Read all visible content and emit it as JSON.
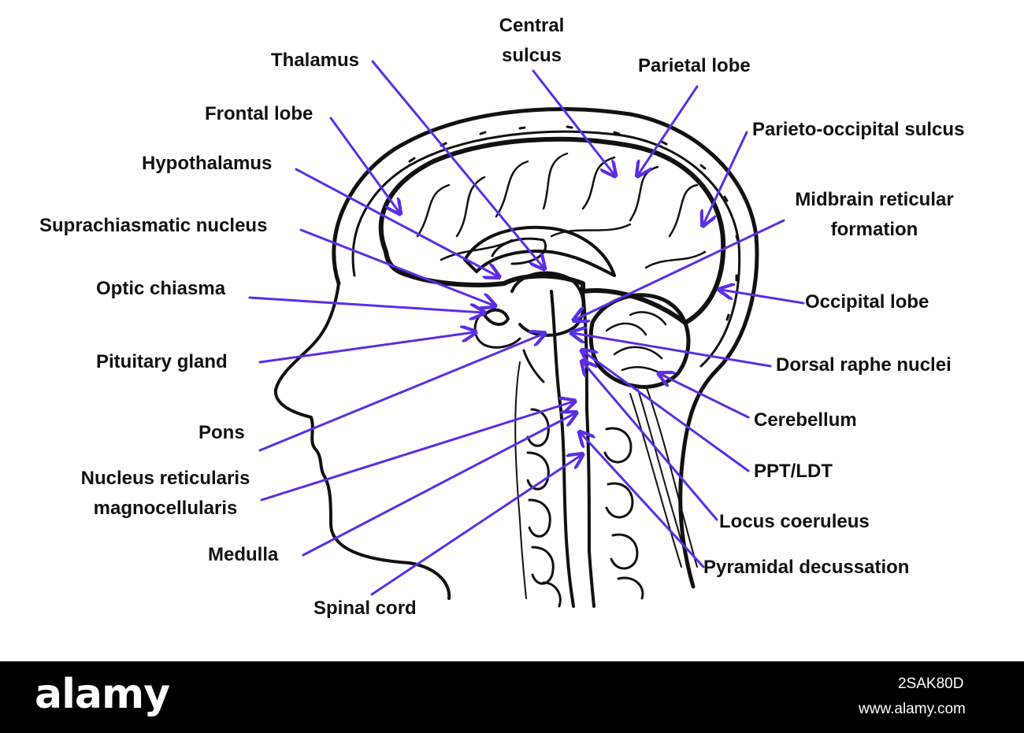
{
  "labels": {
    "central_sulcus": [
      "Central",
      "sulcus"
    ],
    "thalamus": "Thalamus",
    "parietal_lobe": "Parietal lobe",
    "frontal_lobe": "Frontal lobe",
    "parieto_occipital_sulcus": "Parieto-occipital sulcus",
    "hypothalamus": "Hypothalamus",
    "midbrain_reticular_formation": [
      "Midbrain reticular",
      "formation"
    ],
    "suprachiasmatic_nucleus": "Suprachiasmatic nucleus",
    "optic_chiasma": "Optic chiasma",
    "occipital_lobe": "Occipital lobe",
    "pituitary_gland": "Pituitary gland",
    "dorsal_raphe_nuclei": "Dorsal raphe nuclei",
    "cerebellum": "Cerebellum",
    "pons": "Pons",
    "ppt_ldt": "PPT/LDT",
    "nucleus_reticularis_magnocellularis": [
      "Nucleus reticularis",
      "magnocellularis"
    ],
    "locus_coeruleus": "Locus coeruleus",
    "medulla": "Medulla",
    "pyramidal_decussation": "Pyramidal decussation",
    "spinal_cord": "Spinal cord"
  },
  "colors": {
    "arrow": "#5b2ee6",
    "line_art": "#111111",
    "footer_bg": "#000000",
    "footer_text": "#ffffff"
  },
  "footer": {
    "brand": "alamy",
    "image_id": "2SAK80D",
    "url": "www.alamy.com"
  }
}
